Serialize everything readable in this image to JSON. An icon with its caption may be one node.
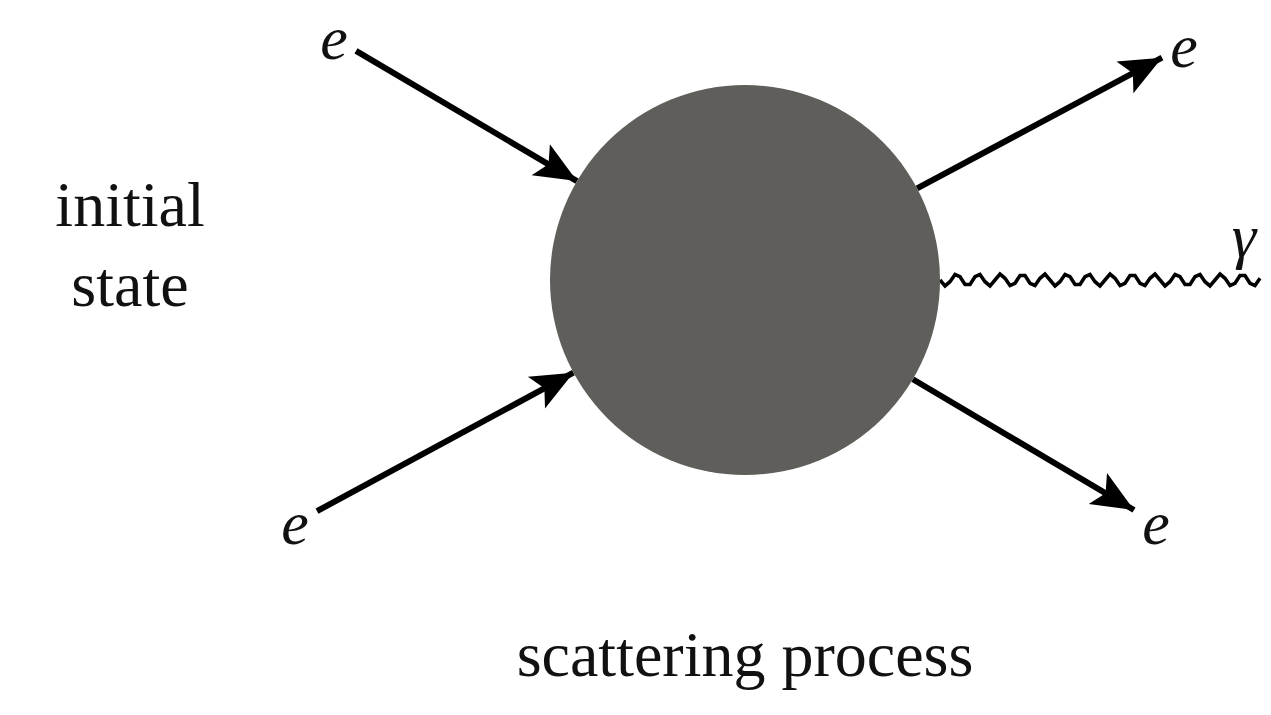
{
  "diagram": {
    "nodes": [
      {
        "text": [
          "e"
        ]
      },
      {
        "text": [
          "e"
        ]
      },
      {
        "text": [],
        "shape": "circle"
      },
      {
        "text": [
          "e"
        ]
      },
      {
        "text": [
          "γ"
        ]
      },
      {
        "text": [
          "e"
        ]
      }
    ],
    "edges": [
      {
        "from": 0,
        "to": 2,
        "arrow": "to"
      },
      {
        "from": 1,
        "to": 2,
        "arrow": "to"
      },
      {
        "from": 2,
        "to": 3,
        "arrow": "to"
      },
      {
        "from": 2,
        "to": 4,
        "arrow": "none"
      },
      {
        "from": 2,
        "to": 5,
        "arrow": "to"
      }
    ],
    "labels": [
      "initial state",
      "scattering process"
    ]
  }
}
